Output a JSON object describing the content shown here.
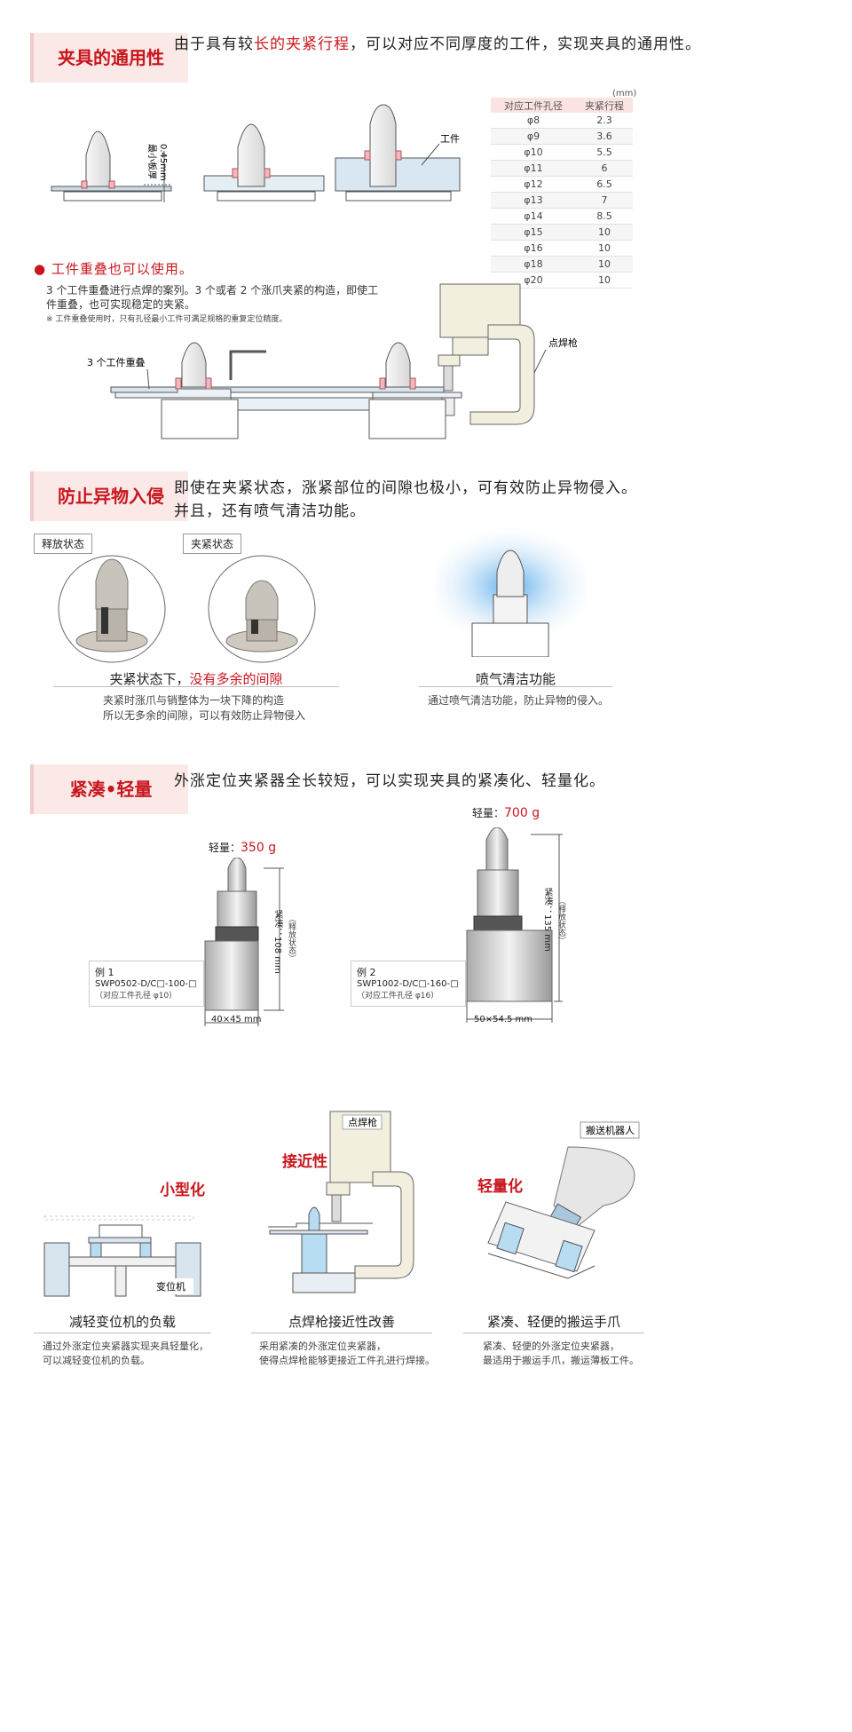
{
  "s1": {
    "title": "夹具的通用性",
    "intro_a": "由于具有较",
    "intro_red": "长的夹紧行程",
    "intro_b": "，可以对应不同厚度的工件，实现夹具的通用性。",
    "thickness_label": "最小板厚",
    "thickness_value": "0.45mm",
    "workpiece_label": "工件",
    "unit": "(mm)",
    "table": {
      "headers": [
        "对应工件孔径",
        "夹紧行程"
      ],
      "rows": [
        [
          "φ8",
          "2.3"
        ],
        [
          "φ9",
          "3.6"
        ],
        [
          "φ10",
          "5.5"
        ],
        [
          "φ11",
          "6"
        ],
        [
          "φ12",
          "6.5"
        ],
        [
          "φ13",
          "7"
        ],
        [
          "φ14",
          "8.5"
        ],
        [
          "φ15",
          "10"
        ],
        [
          "φ16",
          "10"
        ],
        [
          "φ18",
          "10"
        ],
        [
          "φ20",
          "10"
        ]
      ]
    },
    "overlap_title": "工件重叠也可以使用。",
    "overlap_desc1": "3 个工件重叠进行点焊的案列。3 个或者 2 个涨爪夹紧的构造，即使工",
    "overlap_desc2": "件重叠，也可实现稳定的夹紧。",
    "overlap_note": "※ 工件重叠使用时，只有孔径最小工件可满足规格的重复定位精度。",
    "overlap_label": "3 个工件重叠",
    "gun_label": "点焊枪"
  },
  "s2": {
    "title": "防止异物入侵",
    "intro1": "即使在夹紧状态，涨紧部位的间隙也极小，可有效防止异物侵入。",
    "intro2": "并且，还有喷气清洁功能。",
    "release_label": "释放状态",
    "clamp_label": "夹紧状态",
    "cap_a": "夹紧状态下，",
    "cap_red": "没有多余的间隙",
    "desc1": "夹紧时涨爪与销整体为一块下降的构造",
    "desc2": "所以无多余的间隙，可以有效防止异物侵入",
    "air_cap": "喷气清洁功能",
    "air_desc": "通过喷气清洁功能，防止异物的侵入。"
  },
  "s3": {
    "title": "紧凑•轻量",
    "intro": "外涨定位夹紧器全长较短，可以实现夹具的紧凑化、轻量化。",
    "p1": {
      "weight_label": "轻量：",
      "weight": "350 g",
      "height": "紧凑：108 mm",
      "state": "（释放状态）",
      "ex": "例 1",
      "model": "SWP0502-D/C□-100-□",
      "hole": "（对应工件孔径 φ10）",
      "size": "40×45 mm"
    },
    "p2": {
      "weight_label": "轻量：",
      "weight": "700 g",
      "height": "紧凑：135 mm",
      "state": "（释放状态）",
      "ex": "例 2",
      "model": "SWP1002-D/C□-160-□",
      "hole": "（对应工件孔径 φ16）",
      "size": "50×54.5 mm"
    }
  },
  "s4": {
    "items": [
      {
        "tag": "小型化",
        "label": "变位机",
        "cap": "减轻变位机的负载",
        "d1": "通过外涨定位夹紧器实现夹具轻量化，",
        "d2": "可以减轻变位机的负载。"
      },
      {
        "tag": "接近性",
        "label": "点焊枪",
        "cap": "点焊枪接近性改善",
        "d1": "采用紧凑的外涨定位夹紧器，",
        "d2": "使得点焊枪能够更接近工件孔进行焊接。"
      },
      {
        "tag": "轻量化",
        "label": "搬送机器人",
        "cap": "紧凑、轻便的搬运手爪",
        "d1": "紧凑、轻便的外涨定位夹紧器，",
        "d2": "最适用于搬运手爪，搬运薄板工件。"
      }
    ]
  },
  "colors": {
    "accent": "#c8161d",
    "pink": "#fbe9e8"
  }
}
